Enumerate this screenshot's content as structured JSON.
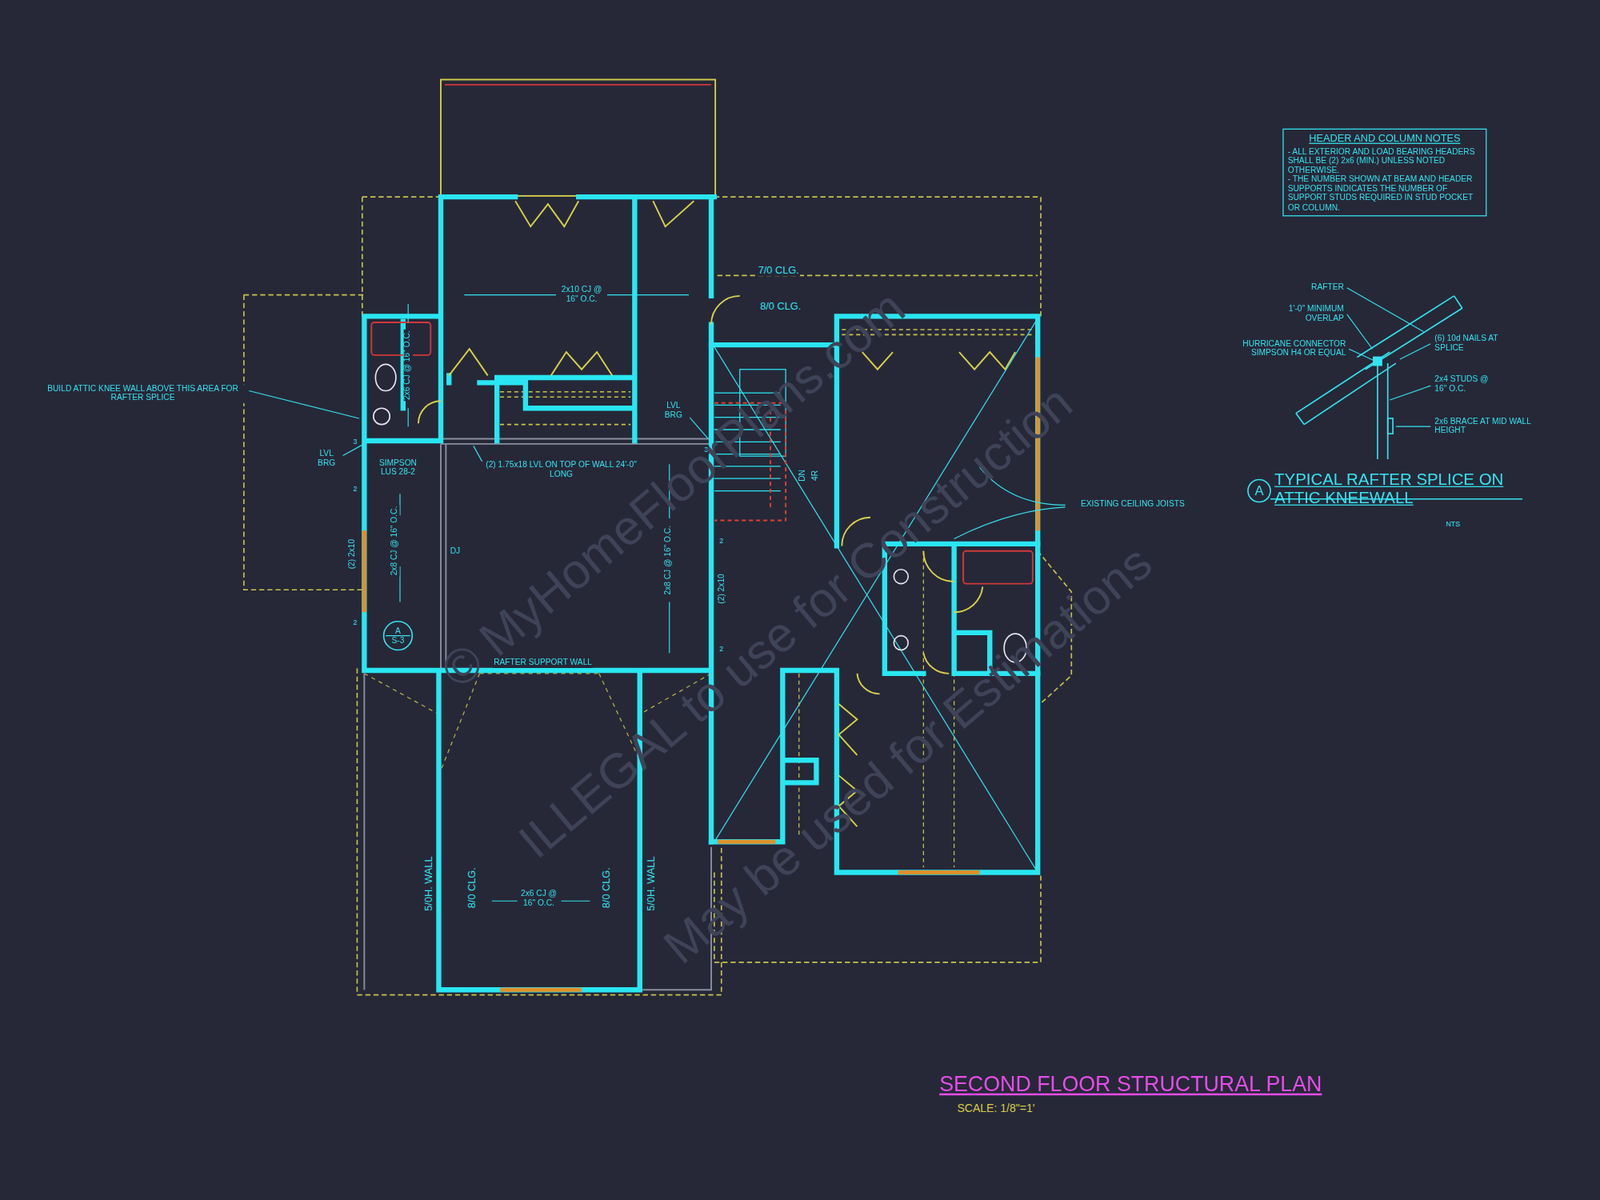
{
  "diagram": {
    "title": "SECOND FLOOR STRUCTURAL PLAN",
    "nodes": [
      {
        "text": [
          "HEADER AND COLUMN NOTES",
          "- ALL EXTERIOR AND LOAD BEARING HEADERS SHALL BE (2) 2x6 (MIN.) UNLESS NOTED OTHERWISE.",
          "- THE NUMBER SHOWN AT BEAM AND HEADER SUPPORTS INDICATES THE NUMBER OF SUPPORT STUDS REQUIRED IN STUD POCKET OR COLUMN."
        ]
      },
      {
        "text": [
          "A",
          "S-3"
        ]
      },
      {
        "text": [
          "A"
        ]
      }
    ],
    "labels": [
      "7/0 CLG.",
      "8/0 CLG.",
      "2x10 CJ @ 16\" O.C.",
      "2x6 CJ @ 16\" O.C.",
      "BUILD ATTIC KNEE WALL ABOVE THIS AREA FOR RAFTER SPLICE",
      "LVL BRG",
      "3",
      "SIMPSON LUS 28-2",
      "(2) 1.75x18 LVL ON TOP OF WALL 24'-0\" LONG",
      "LVL BRG",
      "3",
      "DJ",
      "2",
      "(2) 2x10",
      "2",
      "2x8 CJ @ 16\" O.C.",
      "2x8 CJ @ 16\" O.C.",
      "2",
      "(2) 2x10",
      "2",
      "RAFTER SUPPORT WALL",
      "DN",
      "4R",
      "EXISTING CEILING JOISTS",
      "5/0H. WALL",
      "8/0 CLG.",
      "2x6 CJ @ 16\" O.C.",
      "8/0 CLG.",
      "5/0H. WALL",
      "RAFTER",
      "1'-0\" MINIMUM OVERLAP",
      "HURRICANE CONNECTOR SIMPSON H4 OR EQUAL",
      "(6) 10d NAILS AT SPLICE",
      "2x4 STUDS @ 16\" O.C.",
      "2x6 BRACE AT MID WALL HEIGHT",
      "TYPICAL RAFTER SPLICE ON ATTIC KNEEWALL",
      "NTS",
      "SCALE: 1/8\"=1'",
      "© MyHomeFloorPlans.com",
      "ILLEGAL to use for Construction",
      "May be used for Estimations"
    ]
  }
}
